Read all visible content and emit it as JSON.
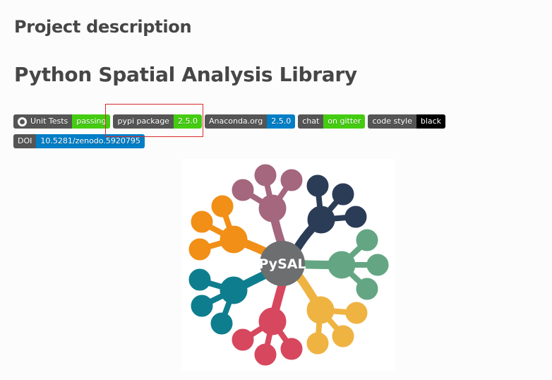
{
  "section_heading": "Project description",
  "project_title": "Python Spatial Analysis Library",
  "badges": [
    {
      "label": "Unit Tests",
      "value": "passing",
      "color": "#4c1",
      "icon": "github-icon"
    },
    {
      "label": "pypi package",
      "value": "2.5.0",
      "color": "#4c1"
    },
    {
      "label": "Anaconda.org",
      "value": "2.5.0",
      "color": "#007ec6"
    },
    {
      "label": "chat",
      "value": "on gitter",
      "color": "#4c1"
    },
    {
      "label": "code style",
      "value": "black",
      "color": "#000000"
    },
    {
      "label": "DOI",
      "value": "10.5281/zenodo.5920795",
      "color": "#007ec6"
    }
  ],
  "logo": {
    "text": "PySAL",
    "colors": {
      "center": "#6d6e70",
      "mauve": "#a4677d",
      "navy": "#2b3c57",
      "sage": "#64a683",
      "gold": "#efb342",
      "crimson": "#d7475e",
      "teal": "#0e7e8e",
      "orange": "#f18f16"
    }
  },
  "highlight_color": "#d92b2b"
}
